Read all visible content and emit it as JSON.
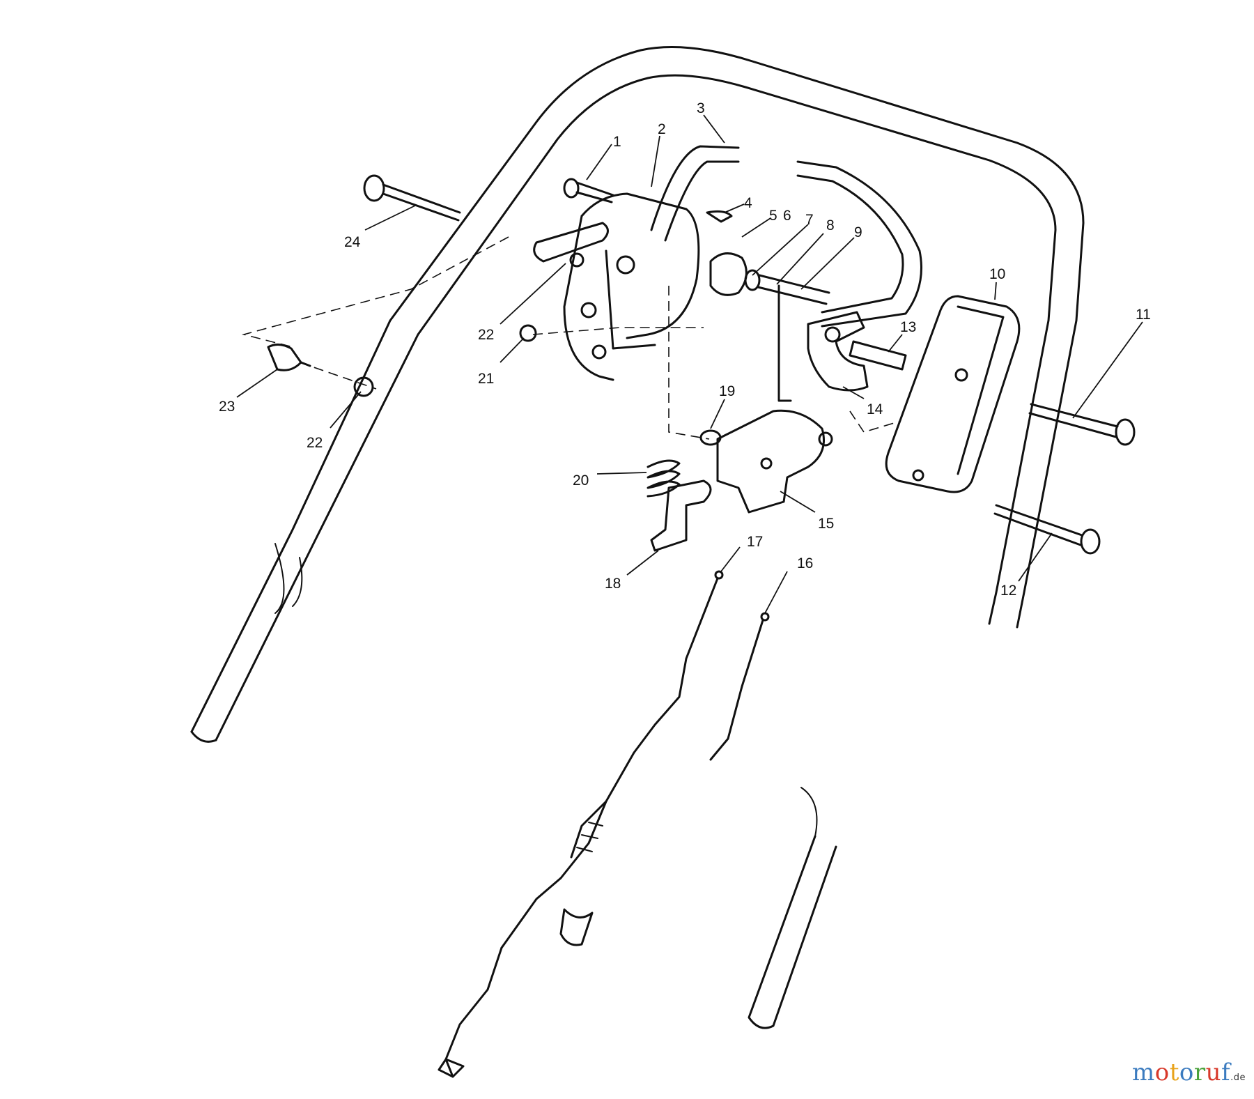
{
  "callouts": [
    {
      "id": "1",
      "label": "1"
    },
    {
      "id": "2",
      "label": "2"
    },
    {
      "id": "3",
      "label": "3"
    },
    {
      "id": "4",
      "label": "4"
    },
    {
      "id": "5",
      "label": "5"
    },
    {
      "id": "6",
      "label": "6"
    },
    {
      "id": "7",
      "label": "7"
    },
    {
      "id": "8",
      "label": "8"
    },
    {
      "id": "9",
      "label": "9"
    },
    {
      "id": "10",
      "label": "10"
    },
    {
      "id": "11",
      "label": "11"
    },
    {
      "id": "12",
      "label": "12"
    },
    {
      "id": "13",
      "label": "13"
    },
    {
      "id": "14",
      "label": "14"
    },
    {
      "id": "15",
      "label": "15"
    },
    {
      "id": "16",
      "label": "16"
    },
    {
      "id": "17",
      "label": "17"
    },
    {
      "id": "18",
      "label": "18"
    },
    {
      "id": "19",
      "label": "19"
    },
    {
      "id": "20",
      "label": "20"
    },
    {
      "id": "21",
      "label": "21"
    },
    {
      "id": "22a",
      "label": "22"
    },
    {
      "id": "22b",
      "label": "22"
    },
    {
      "id": "23",
      "label": "23"
    },
    {
      "id": "24",
      "label": "24"
    }
  ],
  "watermark": {
    "letters": [
      {
        "ch": "m",
        "color": "#3b7bbf"
      },
      {
        "ch": "o",
        "color": "#d8392b"
      },
      {
        "ch": "t",
        "color": "#e8a31b"
      },
      {
        "ch": "o",
        "color": "#3b7bbf"
      },
      {
        "ch": "r",
        "color": "#4aa23b"
      },
      {
        "ch": "u",
        "color": "#d8392b"
      },
      {
        "ch": "f",
        "color": "#3b7bbf"
      }
    ],
    "tld": ".de"
  }
}
